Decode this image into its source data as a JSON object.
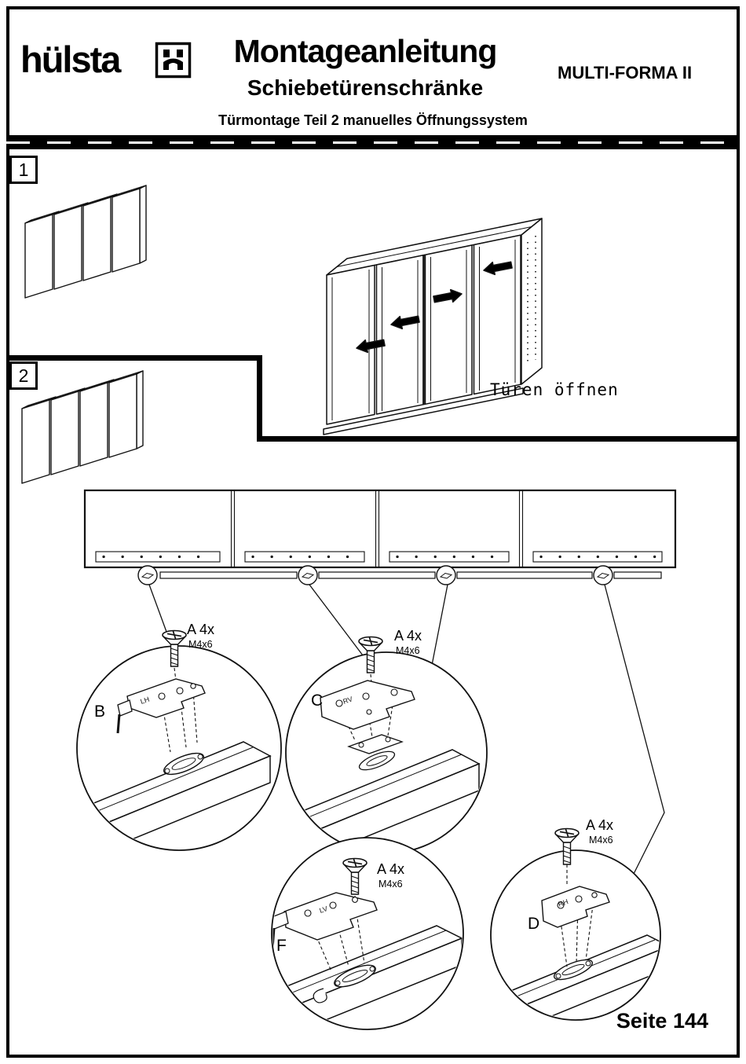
{
  "header": {
    "logo_text": "hülsta",
    "title": "Montageanleitung",
    "subtitle": "Schiebetürenschränke",
    "product": "MULTI-FORMA II",
    "section": "Türmontage Teil 2 manuelles Öffnungssystem"
  },
  "steps": [
    {
      "number": "1",
      "caption": "Türen öffnen"
    },
    {
      "number": "2",
      "caption": ""
    }
  ],
  "details": [
    {
      "id": "B",
      "screw_label": "A 4x",
      "screw_size": "M4x6",
      "plate_mark": "LH"
    },
    {
      "id": "C",
      "screw_label": "A 4x",
      "screw_size": "M4x6",
      "plate_mark": "RV"
    },
    {
      "id": "F",
      "screw_label": "A 4x",
      "screw_size": "M4x6",
      "plate_mark": "LV"
    },
    {
      "id": "D",
      "screw_label": "A 4x",
      "screw_size": "M4x6",
      "plate_mark": "RH"
    }
  ],
  "footer": {
    "page_label": "Seite 144"
  },
  "colors": {
    "ink": "#111111",
    "paper": "#ffffff",
    "bar": "#000000"
  }
}
